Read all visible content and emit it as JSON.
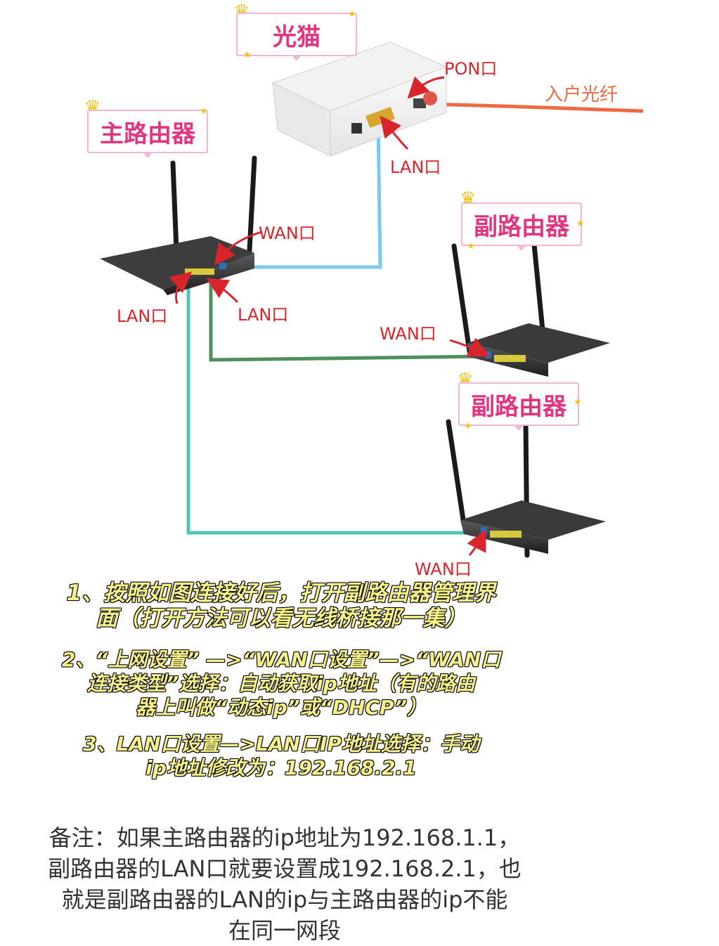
{
  "labels": {
    "modem": "光猫",
    "main_router": "主路由器",
    "sub_router_1": "副路由器",
    "sub_router_2": "副路由器"
  },
  "ports": {
    "pon": "PON口",
    "fiber": "入户光纤",
    "modem_lan": "LAN口",
    "main_wan": "WAN口",
    "main_lan_left": "LAN口",
    "main_lan_right": "LAN口",
    "sub1_wan": "WAN口",
    "sub2_wan": "WAN口"
  },
  "colors": {
    "cable_modem_to_main": "#7cc8ef",
    "cable_main_to_sub1": "#4f8f5a",
    "cable_main_to_sub2": "#52c6b4",
    "fiber": "#ee6a45",
    "arrow": "#d8242a",
    "label_text": "#e2357f",
    "label_border": "#f3b6d6"
  },
  "steps": {
    "step1_line1": "1、按照如图连接好后，打开副路由器管理界",
    "step1_line2": "面（打开方法可以看无线桥接那一集）",
    "step2_line1": "2、“上网设置” —>“WAN口设置”—>“WAN口",
    "step2_line2": "连接类型”选择：自动获取ip地址（有的路由",
    "step2_line3": "器上叫做“动态ip”或“DHCP”）",
    "step3_line1": "3、LAN口设置—>LAN口IP地址选择：手动",
    "step3_line2": "ip地址修改为：192.168.2.1"
  },
  "note": {
    "line1": "备注：如果主路由器的ip地址为192.168.1.1，",
    "line2": "副路由器的LAN口就要设置成192.168.2.1，也",
    "line3": "就是副路由器的LAN的ip与主路由器的ip不能",
    "line4": "在同一网段"
  }
}
